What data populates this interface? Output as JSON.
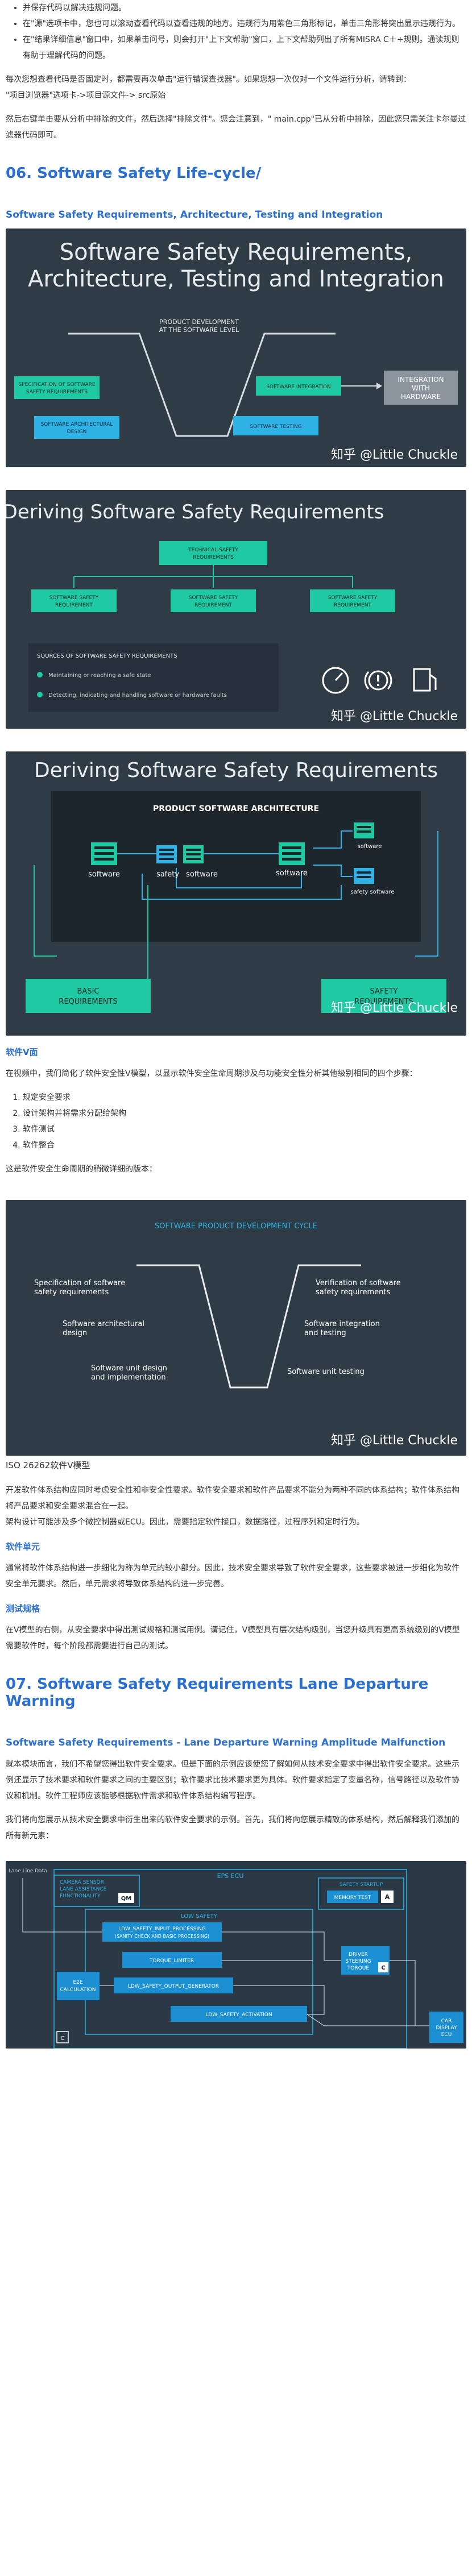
{
  "intro_bullets": [
    "并保存代码以解决违规问题。",
    "在\"源\"选项卡中，您也可以滚动查看代码以查看违规的地方。违规行为用紫色三角形标记，单击三角形将突出显示违规行为。",
    "在\"结果详细信息\"窗口中，如果单击问号，则会打开\"上下文帮助\"窗口，上下文帮助列出了所有MISRA C＋+规则。通读规则有助于理解代码的问题。"
  ],
  "para_run_check": "每次您想查看代码是否固定时，都需要再次单击\"运行错误查找器\"。如果您想一次仅对一个文件运行分析，请转到：",
  "para_path": "\"项目浏览器\"选项卡->项目源文件-> src原始",
  "para_exclude": "然后右键单击要从分析中排除的文件，然后选择\"排除文件\"。您会注意到，\" main.cpp\"已从分析中排除，因此您只需关注卡尔曼过滤器代码即可。",
  "section6_title": "06. Software Safety Life-cycle/",
  "sub1_title": "Software Safety Requirements, Architecture, Testing and Integration",
  "fig1": {
    "title_line1": "Software Safety Requirements,",
    "title_line2": "Architecture, Testing and Integration",
    "center_label_1": "PRODUCT DEVELOPMENT",
    "center_label_2": "AT THE SOFTWARE LEVEL",
    "box_spec_1": "SPECIFICATION OF SOFTWARE",
    "box_spec_2": "SAFETY REQUIREMENTS",
    "box_arch_1": "SOFTWARE ARCHITECTURAL",
    "box_arch_2": "DESIGN",
    "box_integ": "SOFTWARE INTEGRATION",
    "box_test": "SOFTWARE TESTING",
    "box_hw_1": "INTEGRATION",
    "box_hw_2": "WITH",
    "box_hw_3": "HARDWARE",
    "watermark": "知乎 @Little Chuckle"
  },
  "fig2": {
    "title": "Deriving Software Safety Requirements",
    "top_box_1": "TECHNICAL SAFETY",
    "top_box_2": "REQUIREMENTS",
    "req_box_1": "SOFTWARE SAFETY",
    "req_box_2": "REQUIREMENT",
    "sources_title": "SOURCES OF SOFTWARE SAFETY REQUIREMENTS",
    "source_1": "Maintaining or reaching a safe state",
    "source_2": "Detecting, indicating and handling software or hardware faults",
    "watermark": "知乎 @Little Chuckle"
  },
  "fig3": {
    "title": "Deriving Software Safety Requirements",
    "arch_title": "PRODUCT SOFTWARE ARCHITECTURE",
    "sw_1": "software",
    "sw_2": "safety",
    "sw_3": "software",
    "sw_4": "software",
    "sw_5": "software",
    "sw_6": "safety software",
    "basic_1": "BASIC",
    "basic_2": "REQUIREMENTS",
    "safety_1": "SAFETY",
    "safety_2": "REQUIREMENTS",
    "watermark": "知乎 @Little Chuckle"
  },
  "v_model_heading": "软件V面",
  "v_model_para": "在视频中，我们简化了软件安全性V模型，以显示软件安全生命周期涉及与功能安全性分析其他级别相同的四个步骤：",
  "v_steps": [
    "规定安全要求",
    "设计架构并将需求分配给架构",
    "软件测试",
    "软件整合"
  ],
  "v_model_para2": "这是软件安全生命周期的稍微详细的版本：",
  "fig4": {
    "header": "SOFTWARE PRODUCT DEVELOPMENT CYCLE",
    "left_1a": "Specification of software",
    "left_1b": "safety requirements",
    "left_2a": "Software architectural",
    "left_2b": "design",
    "left_3a": "Software unit design",
    "left_3b": "and implementation",
    "right_1a": "Verification of software",
    "right_1b": "safety requirements",
    "right_2a": "Software integration",
    "right_2b": "and testing",
    "right_3": "Software unit testing",
    "watermark": "知乎 @Little Chuckle"
  },
  "fig4_caption": "ISO 26262软件V模型",
  "para_dev_1": "开发软件体系结构应同时考虑安全性和非安全性要求。软件安全要求和软件产品要求不能分为两种不同的体系结构；软件体系结构将产品要求和安全要求混合在一起。",
  "para_dev_2": "架构设计可能涉及多个微控制器或ECU。因此，需要指定软件接口，数据路径，过程序列和定时行为。",
  "unit_heading": "软件单元",
  "unit_para": "通常将软件体系结构进一步细化为称为单元的较小部分。因此，技术安全要求导致了软件安全要求，这些要求被进一步细化为软件安全单元要求。然后，单元需求将导致体系结构的进一步完善。",
  "test_heading": "测试规格",
  "test_para": "在V模型的右侧，从安全要求中得出测试规格和测试用例。请记住，V模型具有层次结构级别，当您升级具有更高系统级别的V模型需要软件时，每个阶段都需要进行自己的测试。",
  "section7_title": "07. Software Safety Requirements Lane Departure Warning",
  "sub2_title": "Software Safety Requirements - Lane Departure Warning Amplitude Malfunction",
  "para_ldw_1": "就本模块而言，我们不希望您得出软件安全要求。但是下面的示例应该使您了解如何从技术安全要求中得出软件安全要求。这些示例还显示了技术要求和软件要求之间的主要区别；软件要求比技术要求更为具体。软件要求指定了变量名称，信号路径以及软件协议和机制。软件工程师应该能够根据软件需求和软件体系结构编写程序。",
  "para_ldw_2": "我们将向您展示从技术安全要求中衍生出来的软件安全要求的示例。首先，我们将向您展示精致的体系结构，然后解释我们添加的所有新元素：",
  "fig5": {
    "input_label": "Lane Line Data",
    "eps_ecu": "EPS ECU",
    "camera_lbl_1": "CAMERA SENSOR",
    "camera_lbl_2": "LANE ASSISTANCE",
    "camera_lbl_3": "FUNCTIONALITY",
    "qm": "QM",
    "low_safety": "LOW SAFETY",
    "safety_startup": "SAFETY STARTUP",
    "memory_test": "MEMORY TEST",
    "mem_a": "A",
    "input_process_1": "LDW_SAFETY_INPUT_PROCESSING",
    "input_process_2": "(SANITY CHECK AND BASIC PROCESSING)",
    "torque_limiter": "TORQUE_LIMITER",
    "output_gen": "LDW_SAFETY_OUTPUT_GENERATOR",
    "e2e_1": "E2E",
    "e2e_2": "CALCULATION",
    "activation": "LDW_SAFETY_ACTIVATION",
    "driver_1": "DRIVER",
    "driver_2": "STEERING",
    "driver_3": "TORQUE",
    "drv_c": "C",
    "car_1": "CAR",
    "car_2": "DISPLAY",
    "car_3": "ECU",
    "c_tag": "C"
  },
  "colors": {
    "accent_blue": "#2a6fd3",
    "figure_dark": "#2f3b45",
    "teal": "#1ec9a4",
    "cyan": "#2fb3e6"
  }
}
